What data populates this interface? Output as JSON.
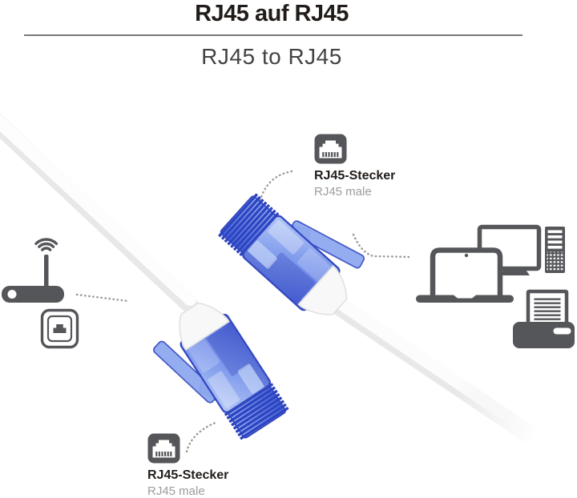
{
  "page": {
    "background_color": "#ffffff",
    "accent_blue": "#4a62d8",
    "icon_gray": "#55565a",
    "dotted_line_color": "#999999"
  },
  "header": {
    "title_de": "RJ45 auf RJ45",
    "title_en": "RJ45 to RJ45"
  },
  "callouts": {
    "top": {
      "title": "RJ45-Stecker",
      "subtitle": "RJ45 male"
    },
    "bottom": {
      "title": "RJ45-Stecker",
      "subtitle": "RJ45 male"
    }
  },
  "illustration": {
    "left_devices": [
      "wifi-router",
      "ethernet-wall-socket"
    ],
    "right_devices": [
      "laptop",
      "monitor",
      "desktop-tower",
      "printer"
    ],
    "cable": "white patch cable",
    "plugs": [
      "rj45-plug-male-top",
      "rj45-plug-male-bottom"
    ]
  }
}
